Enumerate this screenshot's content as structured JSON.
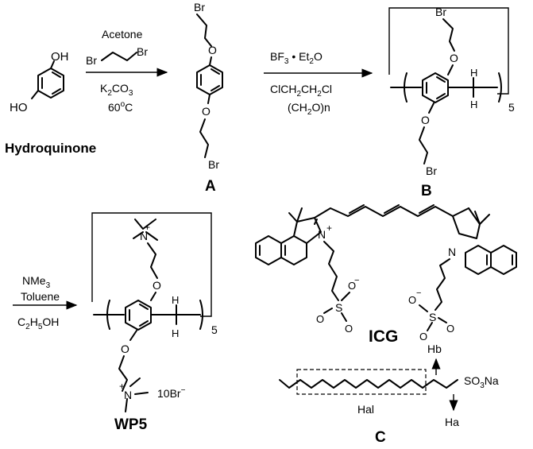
{
  "colors": {
    "ink": "#000000",
    "background": "#ffffff"
  },
  "compounds": {
    "hydroquinone": {
      "name": "Hydroquinone",
      "oh_top": "OH",
      "oh_bottom": "HO"
    },
    "a": {
      "label": "A",
      "br_top": "Br",
      "br_bottom": "Br",
      "o_top": "O",
      "o_bottom": "O"
    },
    "b": {
      "label": "B",
      "br": "Br",
      "br_bottom": "Br",
      "o_top": "O",
      "o_bottom": "O",
      "h_top": "H",
      "h_bottom": "H",
      "repeat": "5"
    },
    "wp5": {
      "label": "WP5",
      "n_top": "N",
      "n_bottom": "N",
      "plus": "+",
      "o_top": "O",
      "o_bottom": "O",
      "h_top": "H",
      "h_bottom": "H",
      "repeat": "5",
      "counterion": "10Br",
      "counterion_charge": "−"
    },
    "icg": {
      "label": "ICG",
      "n_left": "N",
      "n_right": "N",
      "plus": "+",
      "s_left": "S",
      "s_right": "S",
      "o": "O",
      "minus": "−"
    },
    "c": {
      "label": "C",
      "hb": "Hb",
      "ha": "Ha",
      "hal": "Hal",
      "so3na": "SO",
      "so3na_sub": "3",
      "so3na_tail": "Na"
    }
  },
  "reactions": {
    "step1": {
      "reagent_top": "Acetone",
      "br_left": "Br",
      "br_right": "Br",
      "base": "K",
      "base_sub": "2",
      "base_tail": "CO",
      "base_sub2": "3",
      "temp": "60",
      "temp_sup": "o",
      "temp_tail": "C"
    },
    "step2": {
      "reagent_top": "BF",
      "reagent_sub": "3",
      "reagent_tail": " • Et",
      "reagent_sub2": "2",
      "reagent_tail2": "O",
      "solvent": "ClCH",
      "solvent_sub": "2",
      "solvent_mid": "CH",
      "solvent_sub2": "2",
      "solvent_tail": "Cl",
      "formaldehyde": "(CH",
      "formaldehyde_sub": "2",
      "formaldehyde_tail": "O)n"
    },
    "step3": {
      "reagent": "NMe",
      "reagent_sub": "3",
      "solvent": "Toluene",
      "cosolvent": "C",
      "cosolvent_sub": "2",
      "cosolvent_mid": "H",
      "cosolvent_sub2": "5",
      "cosolvent_tail": "OH"
    }
  }
}
